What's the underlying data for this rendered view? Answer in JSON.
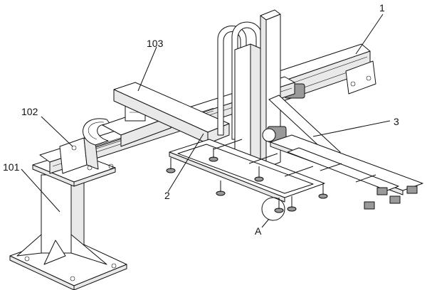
{
  "figure": {
    "labels": {
      "label_1": "1",
      "label_2": "2",
      "label_3": "3",
      "label_101": "101",
      "label_102": "102",
      "label_103": "103",
      "label_a": "A"
    }
  }
}
